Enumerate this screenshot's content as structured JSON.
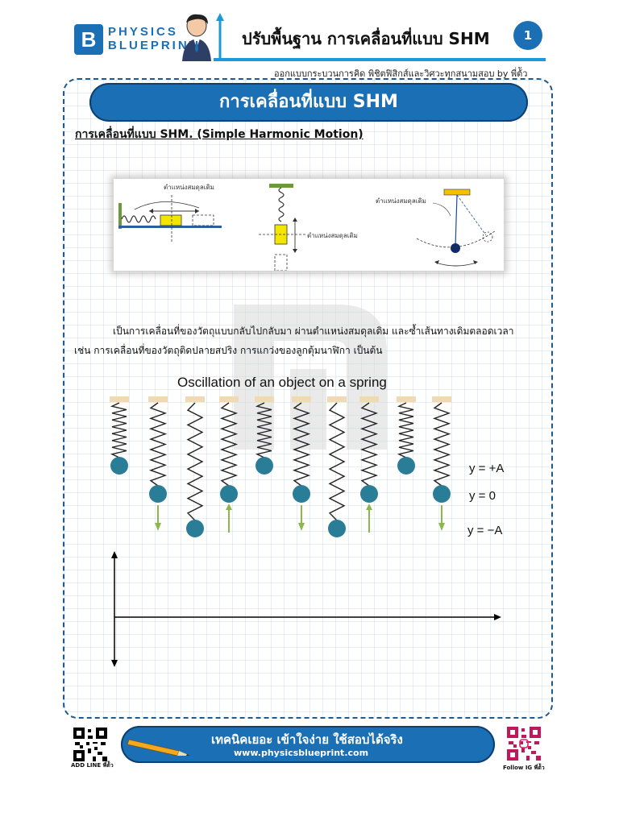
{
  "header": {
    "logo_letter": "B",
    "logo_line1": "PHYSICS",
    "logo_line2": "BLUEPRINT",
    "title": "ปรับพื้นฐาน การเคลื่อนที่แบบ SHM",
    "page_number": "1",
    "subtitle": "ออกแบบกระบวนการคิด พิชิตฟิสิกส์และวิศวะทุกสนามสอบ by พี่ต้ัว"
  },
  "main": {
    "title": "การเคลื่อนที่แบบ SHM",
    "subheading": "การเคลื่อนที่แบบ SHM. (Simple Harmonic Motion)",
    "figure1": {
      "label_spring_h": "ตำแหน่งสมดุลเดิม",
      "label_spring_v": "ตำแหน่งสมดุลเดิม",
      "label_pendulum": "ตำแหน่งสมดุลเดิม"
    },
    "paragraph_line1": "เป็นการเคลื่อนที่ของวัตถุแบบกลับไปกลับมา ผ่านตำแหน่งสมดุลเดิม และซ้ำเส้นทางเดิมตลอดเวลา",
    "paragraph_line2": "เช่น การเคลื่อนที่ของวัตถุติดปลายสปริง การแกว่งของลูกตุ้มนาฬิกา เป็นต้น",
    "oscillation": {
      "title": "Oscillation of an object on a spring",
      "label_plus_a": "y = +A",
      "label_zero": "y = 0",
      "label_minus_a": "y = −A",
      "frames": [
        "top",
        "mid-down",
        "bottom",
        "mid-up",
        "top",
        "mid-down",
        "bottom",
        "mid-up",
        "top",
        "mid-down"
      ]
    }
  },
  "footer": {
    "slogan": "เทคนิคเยอะ เข้าใจง่าย ใช้สอบได้จริง",
    "website": "www.physicsblueprint.com",
    "qr_left_label": "ADD LINE พี่ต้ัว",
    "qr_right_label": "Follow IG พี่ต้ัว"
  },
  "colors": {
    "brand_blue": "#1b6fb5",
    "accent_cyan": "#1b9ad8",
    "ball_teal": "#2a7d96",
    "arrow_green": "#8ab84a",
    "block_yellow": "#f2e600"
  }
}
